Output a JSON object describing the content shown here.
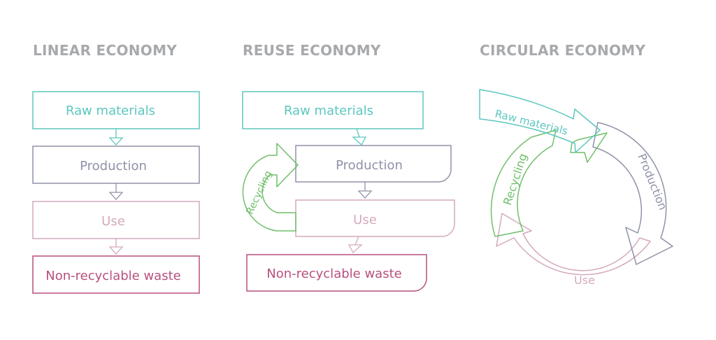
{
  "headings": {
    "linear": "LINEAR ECONOMY",
    "reuse": "REUSE ECONOMY",
    "circular": "CIRCULAR ECONOMY"
  },
  "linear": {
    "raw": "Raw materials",
    "production": "Production",
    "use": "Use",
    "waste": "Non-recyclable waste"
  },
  "reuse": {
    "raw": "Raw materials",
    "production": "Production",
    "use": "Use",
    "waste": "Non-recyclable waste",
    "recycling": "Recycling"
  },
  "circular": {
    "raw": "Raw materials",
    "production": "Production",
    "use": "Use",
    "recycling": "Recycling"
  },
  "colors": {
    "heading": "#a7a9ac",
    "raw": "#5cc7be",
    "production": "#8f92a8",
    "use": "#d4a9bd",
    "waste": "#b84f7e",
    "recycling": "#6fbf6a"
  }
}
